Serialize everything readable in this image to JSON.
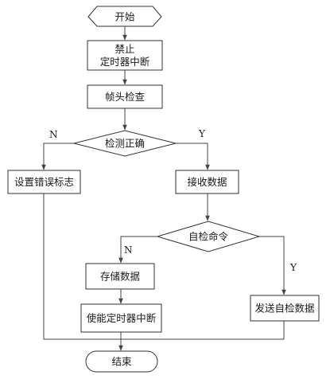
{
  "diagram": {
    "nodes": {
      "start": "开始",
      "disable_line1": "禁止",
      "disable_line2": "定时器中断",
      "frame_check": "帧头检查",
      "detect_ok": "检测正确",
      "set_error": "设置错误标志",
      "receive_data": "接收数据",
      "self_test": "自检命令",
      "store_data": "存储数据",
      "enable_timer": "使能定时器中断",
      "send_self_test": "发送自检数据",
      "end": "结束"
    },
    "edge_labels": {
      "detect_no": "N",
      "detect_yes": "Y",
      "self_test_no": "N",
      "self_test_yes": "Y"
    },
    "colors": {
      "stroke": "#333333",
      "fill": "#ffffff",
      "text": "#1a1a1a"
    }
  }
}
